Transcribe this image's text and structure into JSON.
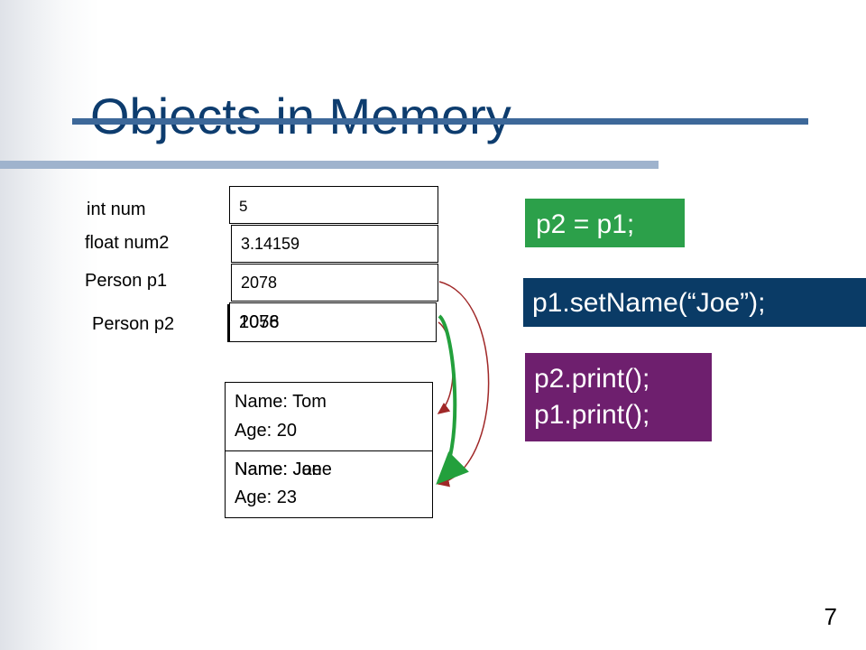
{
  "slide": {
    "title": "Objects in Memory",
    "page_number": "7"
  },
  "variables": [
    {
      "label": "int num",
      "value": "5"
    },
    {
      "label": "float num2",
      "value": "3.14159"
    },
    {
      "label": "Person p1",
      "value": "2078"
    },
    {
      "label": "Person p2",
      "value": "1056",
      "overlay_value": "2078"
    }
  ],
  "objects": [
    {
      "name_line": "Name: Tom",
      "age_line": "Age: 20"
    },
    {
      "name_line": "Name: Jane",
      "name_overlay": "Name: Joe",
      "age_line": "Age: 23"
    }
  ],
  "statements": [
    {
      "text": "p2 = p1;",
      "color": "#2ca04a"
    },
    {
      "text": "p1.setName(“Joe”);",
      "color": "#0a3b66"
    },
    {
      "lines": [
        "p2.print();",
        "p1.print();"
      ],
      "color": "#6e1f6e"
    }
  ],
  "colors": {
    "title": "#0d3c6e",
    "arrow_old": "#a02828",
    "arrow_new": "#23a03c"
  }
}
